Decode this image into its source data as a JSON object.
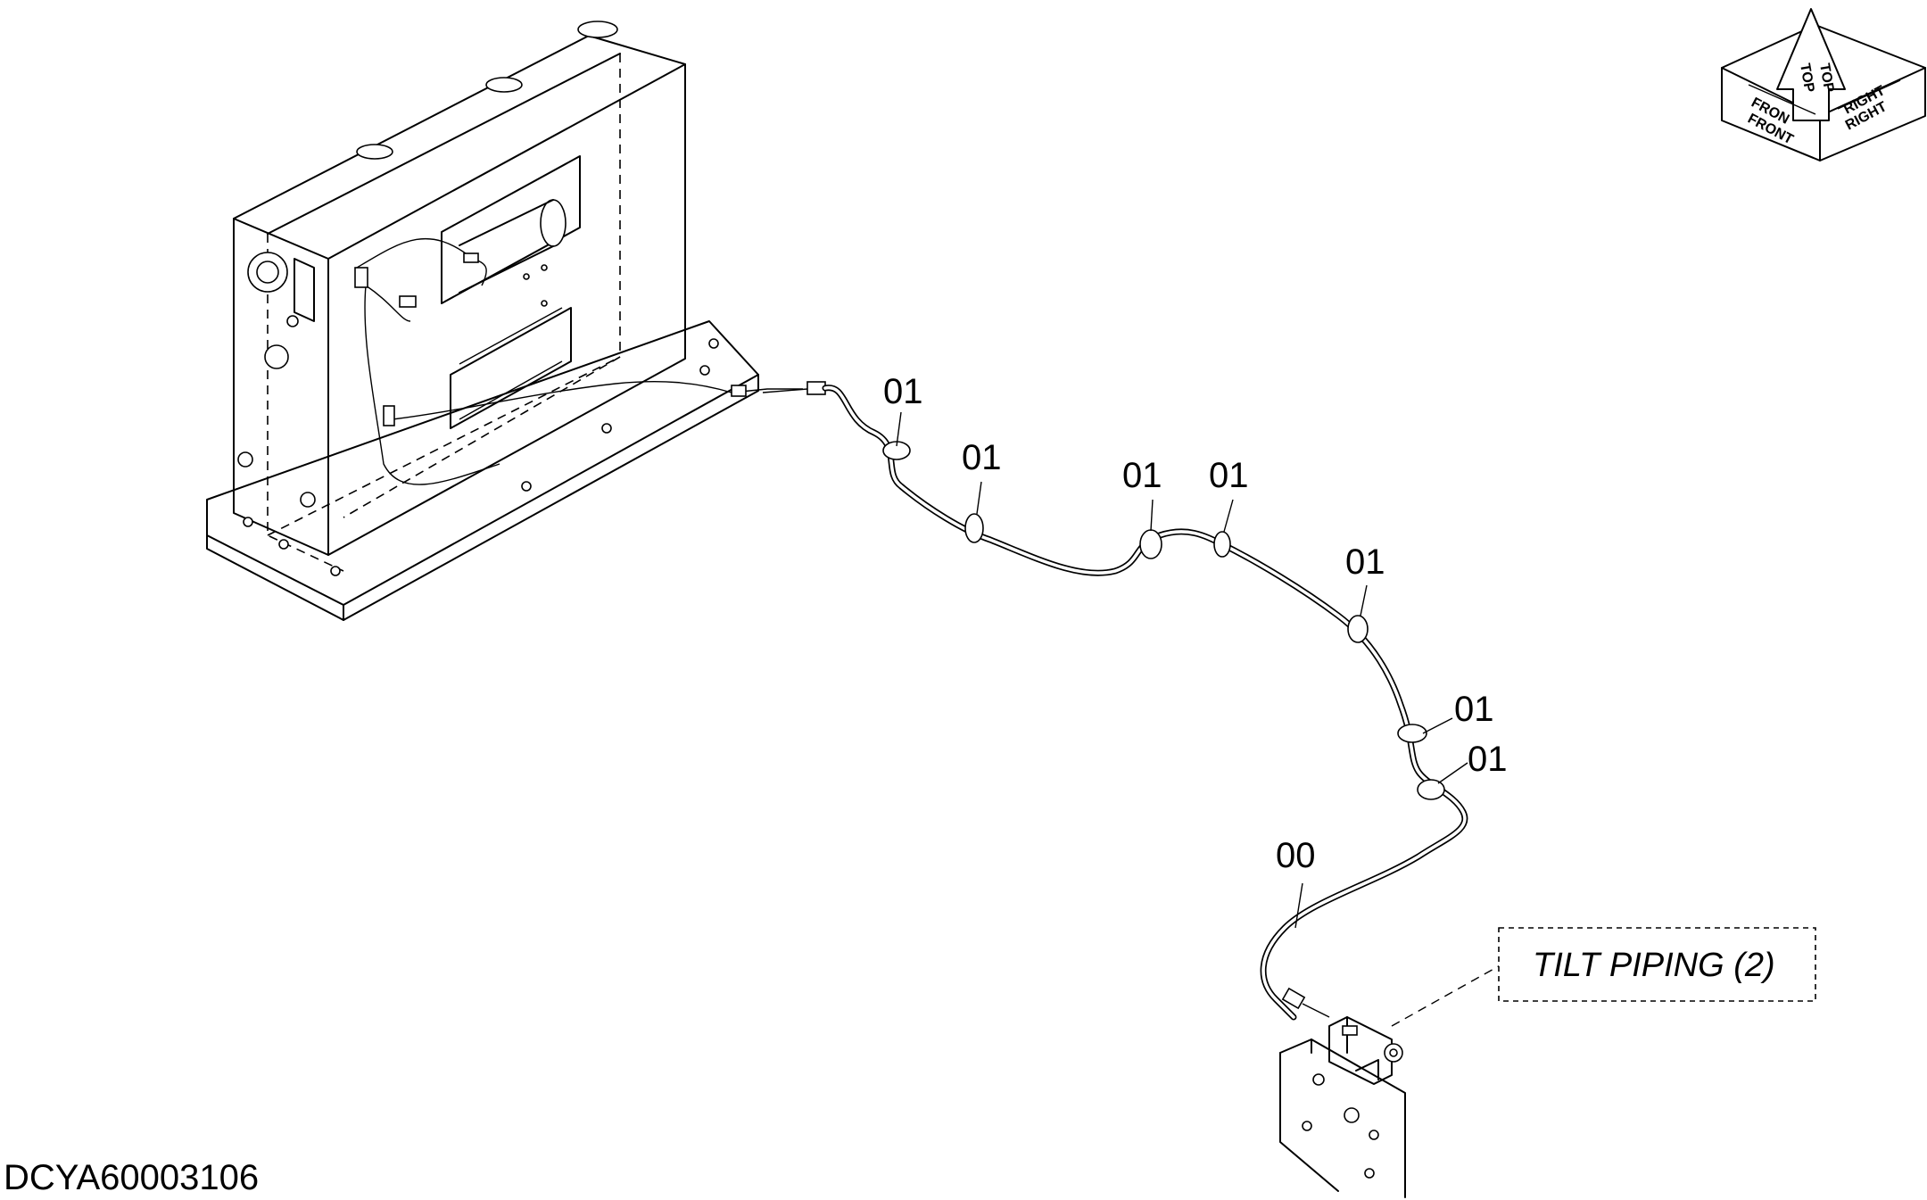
{
  "diagram": {
    "drawing_id": "DCYA60003106",
    "callout": "TILT PIPING (2)",
    "part_labels": [
      "01",
      "01",
      "01",
      "01",
      "01",
      "01",
      "01",
      "00"
    ],
    "orientation": {
      "front_upper": "FRON",
      "front_lower": "FRONT",
      "top_left": "TOP",
      "top_right": "TOP",
      "right_upper": "RIGHT",
      "right_lower": "RIGHT"
    }
  }
}
